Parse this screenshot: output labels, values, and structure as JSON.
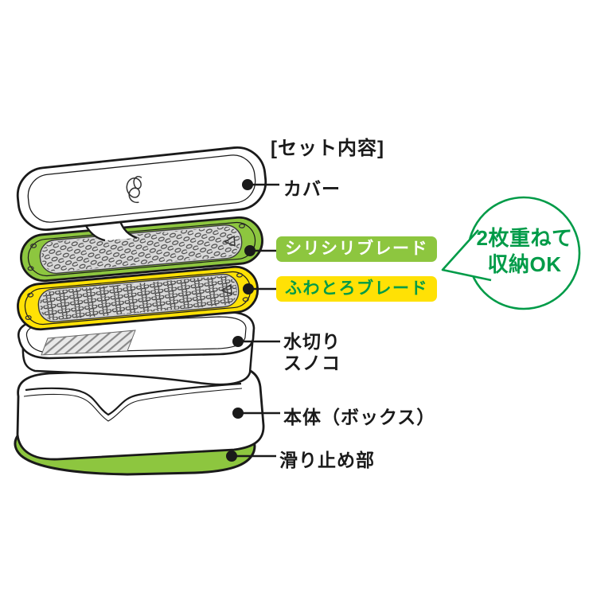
{
  "title": "[セット内容]",
  "labels": {
    "cover": "カバー",
    "blade_green": "シリシリブレード",
    "blade_yellow": "ふわとろブレード",
    "drainer_line1": "水切り",
    "drainer_line2": "スノコ",
    "body": "本体（ボックス）",
    "nonslip": "滑り止め部"
  },
  "bubble": {
    "line1": "2枚重ねて",
    "line2": "収納OK"
  },
  "colors": {
    "accent_green": "#8dc63f",
    "accent_yellow": "#ffe105",
    "bubble_green": "#009b48",
    "outline_black": "#1a1a1a",
    "blade_surface_gray": "#d8d8d8"
  }
}
